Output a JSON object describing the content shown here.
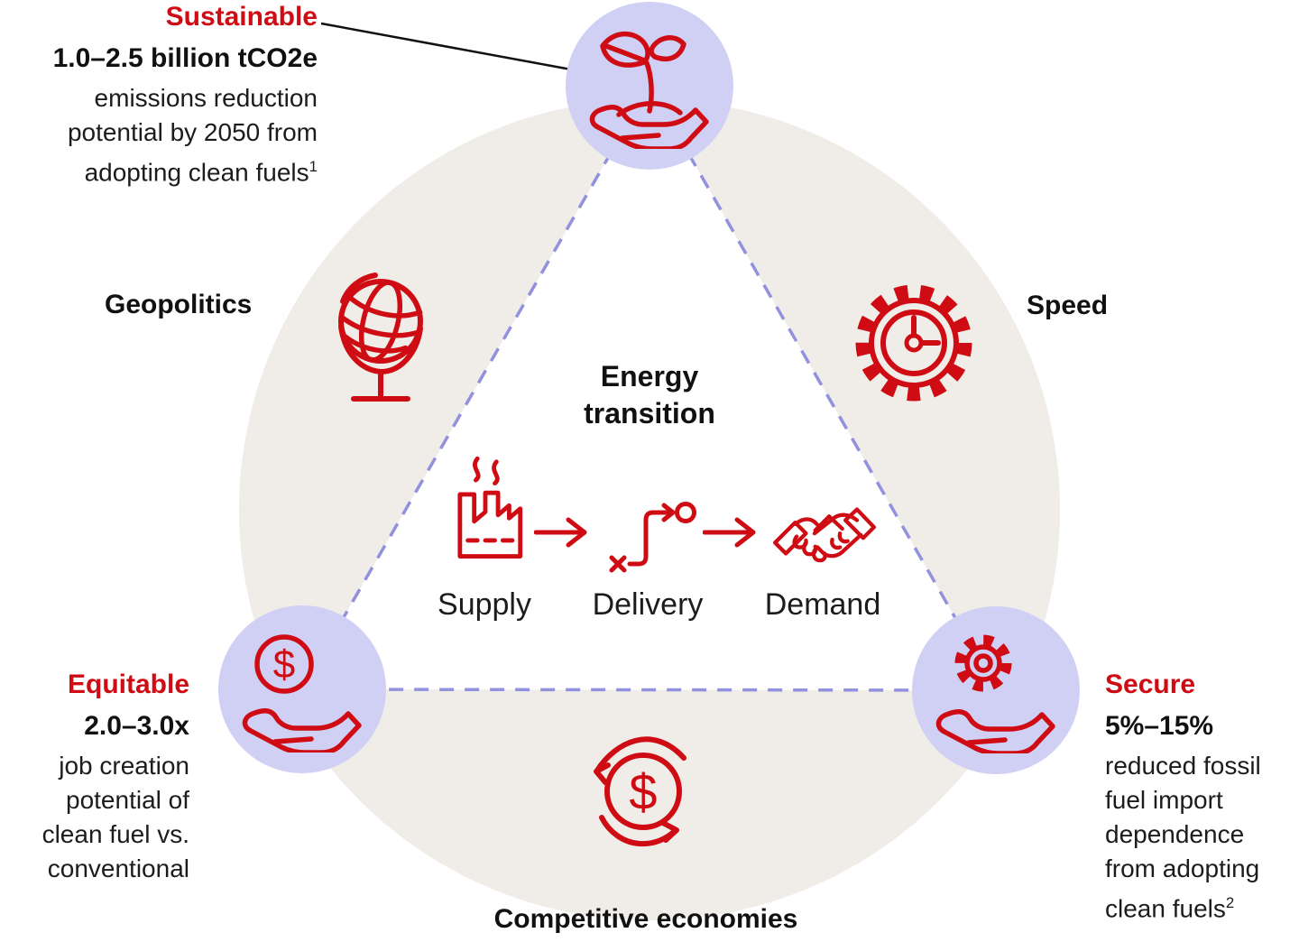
{
  "colors": {
    "red": "#cf0c13",
    "lavender": "#d0d0f5",
    "beige": "#f0ede8",
    "dash": "#9191de",
    "ink": "#111111"
  },
  "center": {
    "title_line1": "Energy",
    "title_line2": "transition",
    "steps": [
      {
        "label": "Supply",
        "icon": "factory-icon"
      },
      {
        "label": "Delivery",
        "icon": "route-plan-icon"
      },
      {
        "label": "Demand",
        "icon": "handshake-icon"
      }
    ]
  },
  "nodes": {
    "sustainable": {
      "title": "Sustainable",
      "stat": "1.0–2.5 billion tCO2e",
      "desc_lines": [
        "emissions reduction",
        "potential by 2050 from",
        "adopting clean fuels"
      ],
      "footnote": "1",
      "icon": "hand-holding-seedling-icon"
    },
    "equitable": {
      "title": "Equitable",
      "stat": "2.0–3.0x",
      "desc_lines": [
        "job creation",
        "potential of",
        "clean fuel vs.",
        "conventional"
      ],
      "icon": "hand-holding-coin-icon"
    },
    "secure": {
      "title": "Secure",
      "stat": "5%–15%",
      "desc_lines": [
        "reduced fossil",
        "fuel import",
        "dependence",
        "from adopting",
        "clean fuels"
      ],
      "footnote": "2",
      "icon": "hand-holding-gear-icon"
    }
  },
  "satellites": {
    "geopolitics": "Geopolitics",
    "speed": "Speed",
    "competitive": "Competitive economies"
  },
  "icons": {
    "geopolitics": "desk-globe-icon",
    "speed": "gear-clock-icon",
    "competitive": "dollar-cycle-icon",
    "currency_symbol": "$"
  }
}
